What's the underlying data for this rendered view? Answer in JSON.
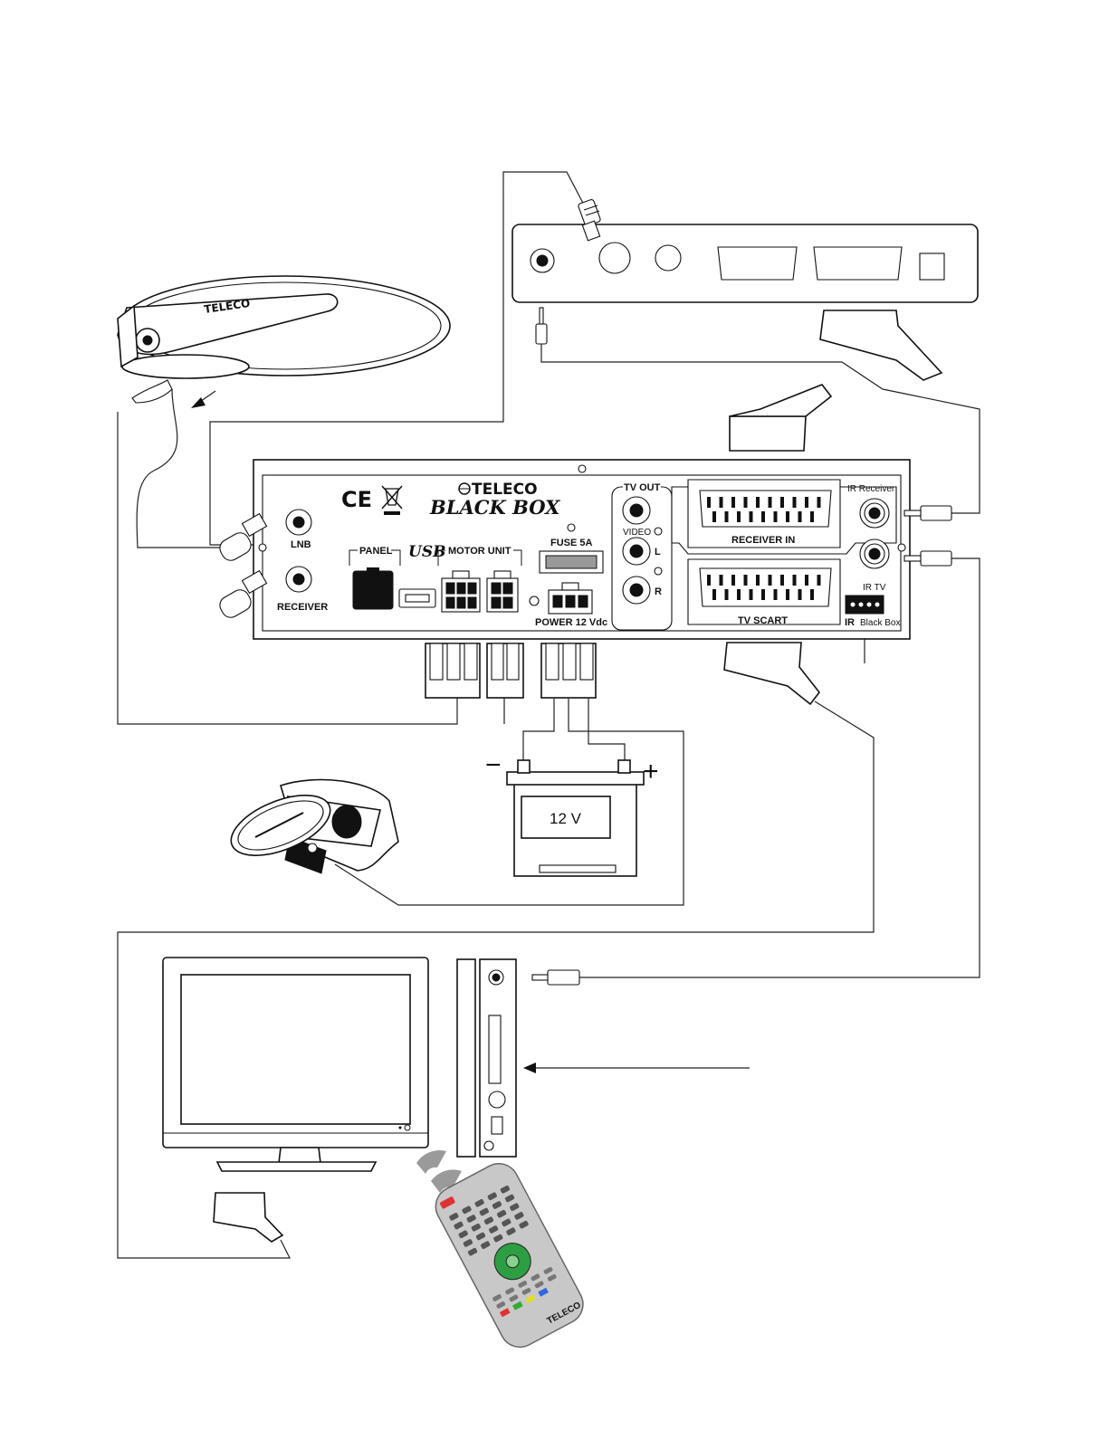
{
  "diagram": {
    "box": {
      "brand": "TELECO",
      "product": "BLACK BOX",
      "ce_mark": "CE",
      "labels": {
        "lnb": "LNB",
        "receiver": "RECEIVER",
        "panel": "PANEL",
        "usb": "USB",
        "motor_unit": "MOTOR UNIT",
        "fuse": "FUSE 5A",
        "power": "POWER 12 Vdc",
        "tv_out": "TV OUT",
        "video": "VIDEO",
        "left": "L",
        "right": "R",
        "receiver_in": "RECEIVER IN",
        "tv_scart": "TV SCART",
        "ir_receiver": "IR Receiver",
        "ir_tv": "IR TV",
        "ir_black_box_prefix": "IR",
        "ir_black_box": "Black Box"
      }
    },
    "battery": {
      "label": "12 V",
      "minus": "−",
      "plus": "+"
    },
    "antenna": {
      "brand": "TELECO"
    },
    "remote": {
      "brand": "TELECO"
    }
  },
  "colors": {
    "line": "#111111",
    "box_fill": "#ffffff",
    "remote_body": "#c8c8c8",
    "remote_nav": "#2e9e44",
    "ir_wave": "#9a9a9a"
  }
}
